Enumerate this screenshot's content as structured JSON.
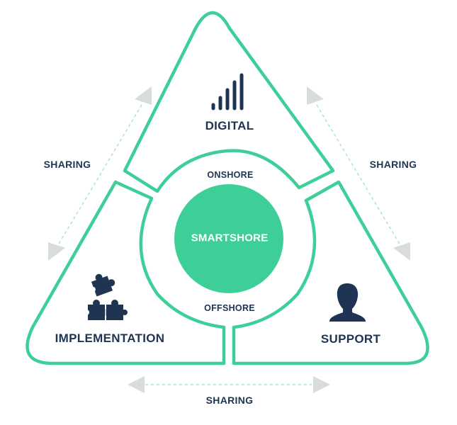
{
  "nodes": {
    "digital": {
      "label": "DIGITAL",
      "icon": "signal-bars-icon"
    },
    "implementation": {
      "label": "IMPLEMENTATION",
      "icon": "puzzle-pieces-icon"
    },
    "support": {
      "label": "SUPPORT",
      "icon": "user-silhouette-icon"
    }
  },
  "center": {
    "label": "SMARTSHORE"
  },
  "ring": {
    "top_label": "ONSHORE",
    "bottom_label": "OFFSHORE"
  },
  "sharing": {
    "left": "SHARING",
    "right": "SHARING",
    "bottom": "SHARING"
  },
  "colors": {
    "accent": "#3ecf98",
    "text": "#1f3452",
    "arrow": "#d9dcdc",
    "dashed": "#a8e6cd"
  }
}
